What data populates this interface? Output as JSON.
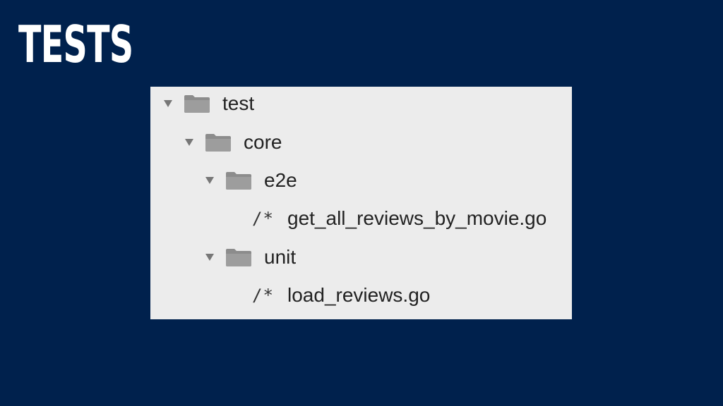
{
  "slide": {
    "title": "TESTS"
  },
  "tree": {
    "items": [
      {
        "label": "test",
        "type": "folder",
        "expanded": true,
        "depth": 0
      },
      {
        "label": "core",
        "type": "folder",
        "expanded": true,
        "depth": 1
      },
      {
        "label": "e2e",
        "type": "folder",
        "expanded": true,
        "depth": 2
      },
      {
        "label": "get_all_reviews_by_movie.go",
        "type": "file",
        "glyph": "/*",
        "depth": 3
      },
      {
        "label": "unit",
        "type": "folder",
        "expanded": true,
        "depth": 2
      },
      {
        "label": "load_reviews.go",
        "type": "file",
        "glyph": "/*",
        "depth": 3
      }
    ]
  },
  "colors": {
    "background": "#00214d",
    "panel": "#ececec",
    "folder": "#8c8c8c",
    "text": "#222222"
  },
  "icons": {
    "folder": "folder-icon",
    "chevron": "chevron-down-icon",
    "file": "go-file-icon"
  }
}
